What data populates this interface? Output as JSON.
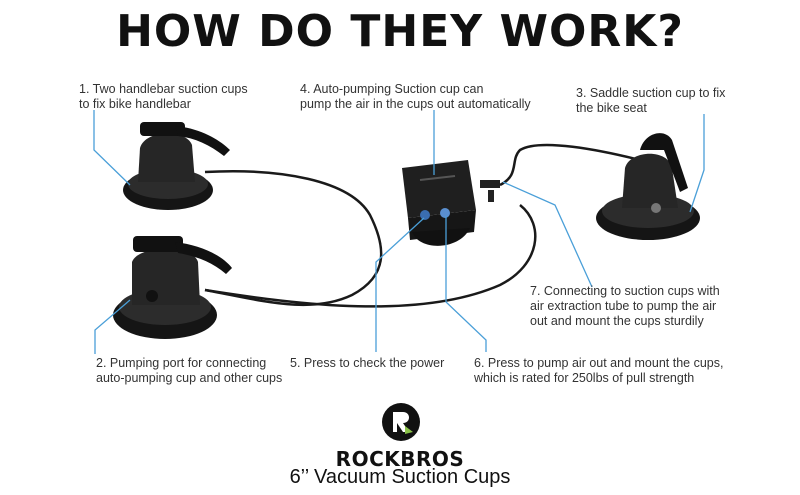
{
  "title": "HOW DO THEY WORK?",
  "callouts": {
    "c1": [
      "1. Two handlebar suction cups",
      "to fix bike handlebar"
    ],
    "c2": [
      "2. Pumping port for connecting",
      "auto-pumping cup and other cups"
    ],
    "c3": [
      "3. Saddle suction cup to fix",
      "the bike seat"
    ],
    "c4": [
      "4. Auto-pumping Suction cup can",
      "pump the air in the cups out automatically"
    ],
    "c5": [
      "5. Press to check the power"
    ],
    "c6": [
      "6. Press to pump air out and mount  the cups,",
      "which is rated for 250lbs of pull strength"
    ],
    "c7": [
      "7. Connecting to suction cups with",
      "air extraction tube to pump the air",
      "out and mount the cups sturdily"
    ]
  },
  "brand": "ROCKBROS",
  "subtitle": "6’’ Vacuum Suction Cups",
  "colors": {
    "leader": "#4a9fd8",
    "product": "#1b1b1b",
    "accent": "#8bc34a"
  }
}
